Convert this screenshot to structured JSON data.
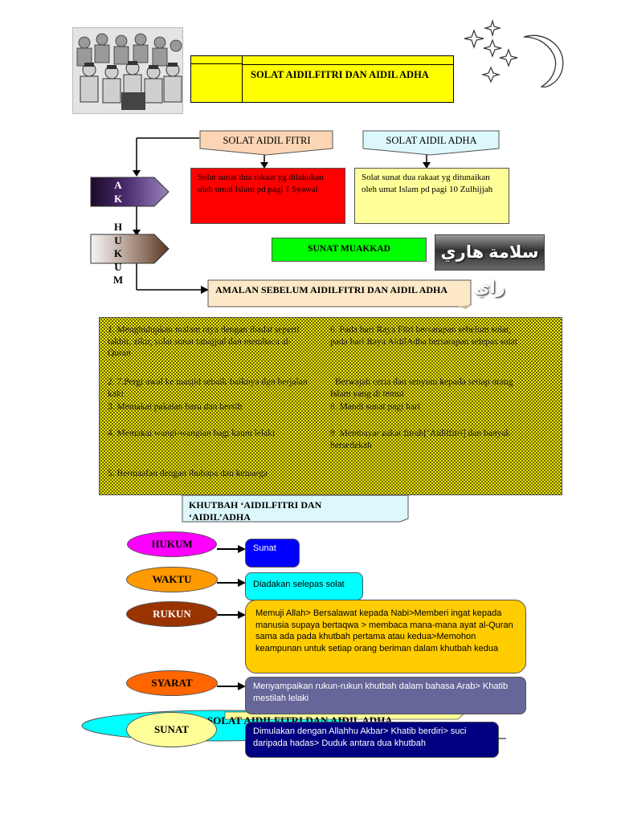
{
  "title": "SOLAT AIDILFITRI DAN AIDIL ADHA",
  "left_labels": {
    "ak": "A\nK",
    "hukum_vertical": "H\nU\nK\nU\nM"
  },
  "columns": {
    "fitri": {
      "header": "SOLAT AIDIL FITRI",
      "description": "Solat sunat dua rakaat yg dilakukan oleh umat Islam pd pagi 1 Syawal"
    },
    "adha": {
      "header": "SOLAT AIDIL ADHA",
      "description": "Solat sunat dua rakaat yg ditunaikan oleh umat Islam pd pagi 10 Zulhijjah"
    }
  },
  "hukum_value": "SUNAT MUAKKAD",
  "arabic_banner": "سلامة هاري راي",
  "amalan": {
    "header": "AMALAN SEBELUM AIDILFITRI DAN AIDIL ADHA",
    "left_items": [
      "1. Menghidupkan malam raya dengan ibadat seperti takbir, zikir, solat sunat tahajjud dan membaca al-Quran",
      "2. 7.Pergi awal ke masjid sebaik-baiknya dgn berjalan kaki",
      "3. Memakai pakaian baru dan bersih",
      "4. Memakai wangi-wangian bagi kaum lelaki",
      "5. Bermaafan dengan ibubapa dan keluarga"
    ],
    "right_items": [
      "6. Pada hari Raya Fitri bersarapan sebelum solat, pada hari Raya AidilAdha bersarapan selepas solat",
      "Berwajah ceria dan senyum kepada setiap orang Islam yang di temui",
      "8. Mandi sunat pagi hari",
      "9. Membayar zakat fitrah[‘Aidilfitri] dan banyak bersedekah"
    ]
  },
  "khutbah": {
    "header": "KHUTBAH ‘AIDILFITRI DAN ‘AIDIL’ADHA",
    "rows": [
      {
        "label": "HUKUM",
        "text": "Sunat"
      },
      {
        "label": "WAKTU",
        "text": "Diadakan selepas solat"
      },
      {
        "label": "RUKUN",
        "text": "Memuji Allah> Bersalawat kepada Nabi>Memberi ingat kepada manusia supaya bertaqwa > membaca mana-mana ayat al-Quran sama ada pada khutbah pertama atau kedua>Memohon keampunan untuk setiap orang beriman dalam khutbah kedua"
      },
      {
        "label": "SYARAT",
        "text": "Menyampaikan rukun-rukun khutbah dalam bahasa Arab> Khatib mestilah lelaki"
      },
      {
        "label": "SUNAT",
        "text": "Dimulakan dengan Allahhu Akbar> Khatib berdiri> suci daripada hadas> Duduk antara dua khutbah"
      }
    ]
  },
  "overlap_banner_text": "SOLAT AIDILFITRI DAN AIDIL ADHA",
  "colors": {
    "title_bg": "#ffff00",
    "fitri_header": "#fcd5b4",
    "adha_header": "#ddf8fc",
    "fitri_desc": "#ff0000",
    "adha_desc": "#ffff99",
    "hukum_value_bg": "#00ff00",
    "amalan_header": "#fde9c8",
    "khutbah_header": "#ddf8fc",
    "oval_hukum": "#ff00ff",
    "oval_waktu": "#ff9900",
    "oval_rukun": "#993300",
    "oval_syarat": "#ff6600",
    "oval_sunat": "#ffff99",
    "box_hukum": "#0000ff",
    "box_waktu": "#00ffff",
    "box_rukun": "#ffcc00",
    "box_syarat": "#666699",
    "box_sunat": "#000080"
  },
  "icons": [
    "people-praying-illustration",
    "stars-icon",
    "crescent-moon-icon",
    "arrow-icon"
  ]
}
